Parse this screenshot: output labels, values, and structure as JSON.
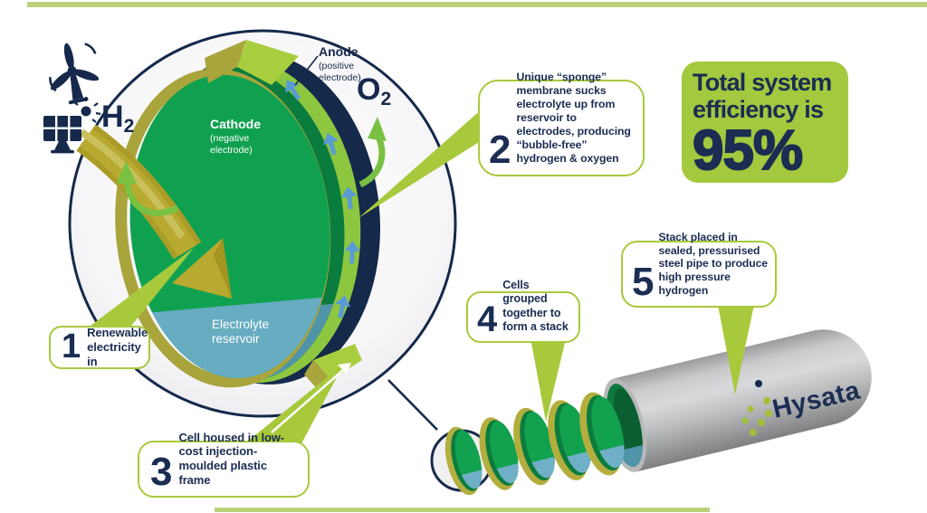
{
  "colors": {
    "navy": "#16294d",
    "lime": "#a8c93c",
    "badge_green": "#a4c83e",
    "cathode_green": "#10a150",
    "dark_green": "#0a7c3e",
    "membrane_green": "#8dc63f",
    "reservoir_blue": "#67acc0",
    "frame_olive": "#a9a43c",
    "electricity_yellow": "#b3a42c",
    "flow_arrow_blue": "#5b9bd5",
    "pipe_gray": "#b0b1b3",
    "border_bar_green": "#bcd07a"
  },
  "icons": {
    "wind": "wind-turbine-icon",
    "solar": "solar-panel-icon"
  },
  "diagram": {
    "gas_left": {
      "base": "H",
      "sub": "2"
    },
    "gas_right": {
      "base": "O",
      "sub": "2"
    },
    "cathode": {
      "title": "Cathode",
      "subtitle": "(negative electrode)"
    },
    "anode": {
      "title": "Anode",
      "subtitle": "(positive electrode)"
    },
    "reservoir_label": "Electrolyte reservoir"
  },
  "callouts": [
    {
      "number": "1",
      "text": "Renewable electricity in"
    },
    {
      "number": "2",
      "text": "Unique “sponge” membrane sucks electrolyte up from reservoir to electrodes, producing “bubble-free” hydrogen & oxygen"
    },
    {
      "number": "3",
      "text": "Cell housed in low-cost injection-moulded plastic frame"
    },
    {
      "number": "4",
      "text": "Cells grouped together to form a stack"
    },
    {
      "number": "5",
      "text": "Stack placed in sealed, pressurised steel pipe to produce high pressure hydrogen"
    }
  ],
  "badge": {
    "line1": "Total system",
    "line2": "efficiency is",
    "value": "95%"
  },
  "brand": {
    "name": "Hysata"
  }
}
